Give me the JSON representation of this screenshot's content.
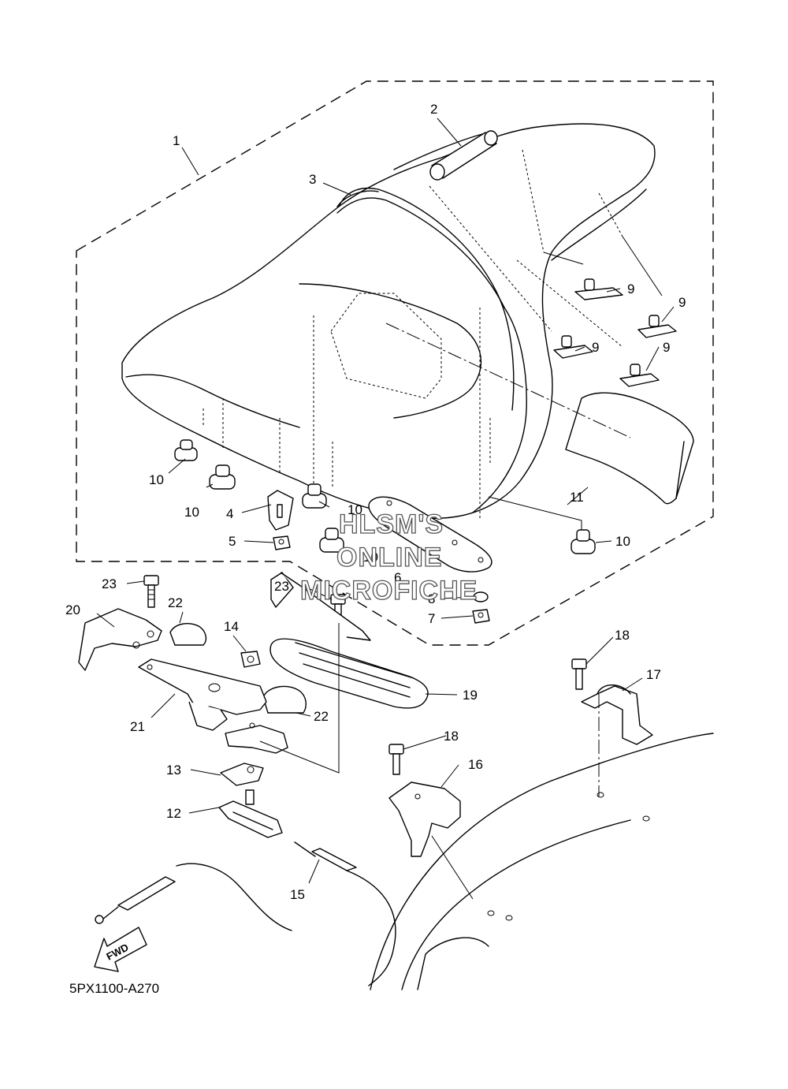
{
  "diagram": {
    "callouts": [
      {
        "id": "c1",
        "label": "1"
      },
      {
        "id": "c2",
        "label": "2"
      },
      {
        "id": "c3",
        "label": "3"
      },
      {
        "id": "c4",
        "label": "4"
      },
      {
        "id": "c5",
        "label": "5"
      },
      {
        "id": "c6",
        "label": "6"
      },
      {
        "id": "c7",
        "label": "7"
      },
      {
        "id": "c8",
        "label": "8"
      },
      {
        "id": "c9a",
        "label": "9"
      },
      {
        "id": "c9b",
        "label": "9"
      },
      {
        "id": "c9c",
        "label": "9"
      },
      {
        "id": "c9d",
        "label": "9"
      },
      {
        "id": "c10a",
        "label": "10"
      },
      {
        "id": "c10b",
        "label": "10"
      },
      {
        "id": "c10c",
        "label": "10"
      },
      {
        "id": "c10d",
        "label": "10"
      },
      {
        "id": "c10e",
        "label": "10"
      },
      {
        "id": "c11",
        "label": "11"
      },
      {
        "id": "c12",
        "label": "12"
      },
      {
        "id": "c13",
        "label": "13"
      },
      {
        "id": "c14",
        "label": "14"
      },
      {
        "id": "c15",
        "label": "15"
      },
      {
        "id": "c16",
        "label": "16"
      },
      {
        "id": "c17",
        "label": "17"
      },
      {
        "id": "c18a",
        "label": "18"
      },
      {
        "id": "c18b",
        "label": "18"
      },
      {
        "id": "c19",
        "label": "19"
      },
      {
        "id": "c20",
        "label": "20"
      },
      {
        "id": "c21",
        "label": "21"
      },
      {
        "id": "c22a",
        "label": "22"
      },
      {
        "id": "c22b",
        "label": "22"
      },
      {
        "id": "c23a",
        "label": "23"
      },
      {
        "id": "c23b",
        "label": "23"
      }
    ],
    "watermark": [
      "HLSM'S",
      "ONLINE",
      "MICROFICHE"
    ],
    "direction_label": "FWD",
    "diagram_code": "5PX1100-A270"
  }
}
